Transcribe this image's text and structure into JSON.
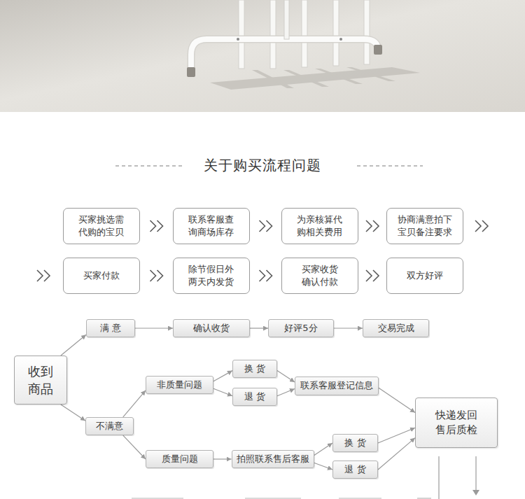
{
  "diagram": {
    "title": "关于购买流程问题",
    "nodes": [
      {
        "text": [
          "买家挑选需代购的宝贝"
        ]
      },
      {
        "text": [
          "联系客服查询商场库存"
        ]
      },
      {
        "text": [
          "为亲核算代购相关费用"
        ]
      },
      {
        "text": [
          "协商满意拍下宝贝备注要求"
        ]
      },
      {
        "text": [
          "买家付款"
        ]
      },
      {
        "text": [
          "除节假日外两天内发货"
        ]
      },
      {
        "text": [
          "买家收货确认付款"
        ]
      },
      {
        "text": [
          "双方好评"
        ]
      },
      {
        "text": [
          "收到商品"
        ]
      },
      {
        "text": [
          "满 意"
        ]
      },
      {
        "text": [
          "确认收货"
        ]
      },
      {
        "text": [
          "好评5分"
        ]
      },
      {
        "text": [
          "交易完成"
        ]
      },
      {
        "text": [
          "不满意"
        ]
      },
      {
        "text": [
          "非质量问题"
        ]
      },
      {
        "text": [
          "换 货"
        ]
      },
      {
        "text": [
          "退 货"
        ]
      },
      {
        "text": [
          "联系客服登记信息"
        ]
      },
      {
        "text": [
          "质量问题"
        ]
      },
      {
        "text": [
          "拍照联系售后客服"
        ]
      },
      {
        "text": [
          "换 货"
        ]
      },
      {
        "text": [
          "退 货"
        ]
      },
      {
        "text": [
          "快递发回售后质检"
        ]
      }
    ],
    "edges": [
      {
        "from": 0,
        "to": 1,
        "arrow": "to"
      },
      {
        "from": 1,
        "to": 2,
        "arrow": "to"
      },
      {
        "from": 2,
        "to": 3,
        "arrow": "to"
      },
      {
        "from": 3,
        "to": 4,
        "arrow": "to"
      },
      {
        "from": 4,
        "to": 5,
        "arrow": "to"
      },
      {
        "from": 5,
        "to": 6,
        "arrow": "to"
      },
      {
        "from": 6,
        "to": 7,
        "arrow": "to"
      },
      {
        "from": 8,
        "to": 9,
        "arrow": "to"
      },
      {
        "from": 9,
        "to": 10,
        "arrow": "to"
      },
      {
        "from": 10,
        "to": 11,
        "arrow": "to"
      },
      {
        "from": 11,
        "to": 12,
        "arrow": "to"
      },
      {
        "from": 8,
        "to": 13,
        "arrow": "to"
      },
      {
        "from": 13,
        "to": 14,
        "arrow": "to"
      },
      {
        "from": 14,
        "to": 15,
        "arrow": "to"
      },
      {
        "from": 14,
        "to": 16,
        "arrow": "to"
      },
      {
        "from": 15,
        "to": 17,
        "arrow": "to"
      },
      {
        "from": 16,
        "to": 17,
        "arrow": "to"
      },
      {
        "from": 17,
        "to": 22,
        "arrow": "to"
      },
      {
        "from": 13,
        "to": 18,
        "arrow": "to"
      },
      {
        "from": 18,
        "to": 19,
        "arrow": "to"
      },
      {
        "from": 19,
        "to": 20,
        "arrow": "to"
      },
      {
        "from": 19,
        "to": 21,
        "arrow": "to"
      },
      {
        "from": 20,
        "to": 22,
        "arrow": "to"
      },
      {
        "from": 21,
        "to": 22,
        "arrow": "to"
      }
    ]
  }
}
